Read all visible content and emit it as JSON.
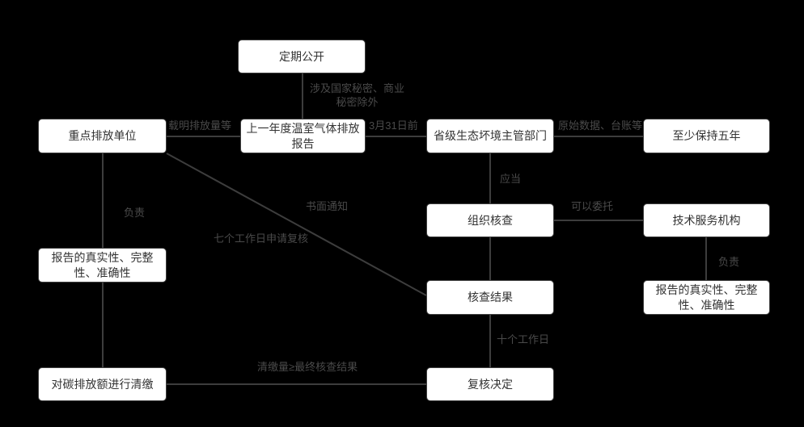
{
  "diagram": {
    "background": "#000000",
    "node_fill": "#ffffff",
    "node_border_color": "#3f3f3f",
    "node_text_color": "#333333",
    "edge_line_color": "#3d3d3d",
    "edge_label_color": "#4a4a4a",
    "nodes": {
      "periodic_disclosure": "定期公开",
      "key_emission_unit": "重点排放单位",
      "annual_ghg_report": "上一年度温室气体排放报告",
      "provincial_authority": "省级生态坏境主管部门",
      "keep_five_years": "至少保持五年",
      "organize_verification": "组织核查",
      "technical_service_agency": "技术服务机构",
      "report_responsibility_left": "报告的真实性、完整性、准确性",
      "verification_result": "核查结果",
      "report_responsibility_right": "报告的真实性、完整性、准确性",
      "settle_carbon_quota": "对碳排放额进行清缴",
      "review_decision": "复核决定"
    },
    "edge_labels": {
      "secrecy_exception": "涉及国家秘密、商业秘密除外",
      "indicate_emission_amount": "载明排放量等",
      "before_march_31": "3月31日前",
      "original_data_ledger": "原始数据、台账等",
      "should": "应当",
      "may_entrust": "可以委托",
      "responsible_left": "负责",
      "responsible_right": "负责",
      "written_notice": "书面通知",
      "seven_working_days_apply_review": "七个工作日申请复核",
      "ten_working_days": "十个工作日",
      "settlement_ge_final_result": "清缴量≥最终核查结果"
    }
  }
}
